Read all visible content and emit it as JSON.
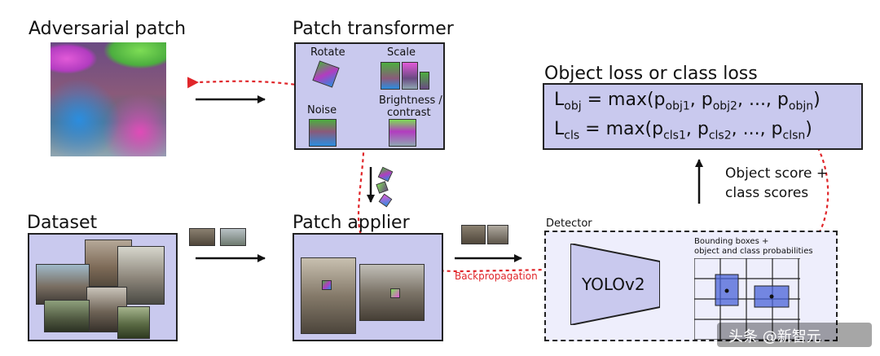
{
  "adversarial_patch": {
    "title": "Adversarial patch"
  },
  "patch_transformer": {
    "title": "Patch transformer",
    "rotate": "Rotate",
    "scale": "Scale",
    "noise": "Noise",
    "brightness_line1": "Brightness /",
    "brightness_line2": "contrast"
  },
  "loss": {
    "title": "Object loss or class loss",
    "obj_label_main": "L",
    "obj_label_sub": "obj",
    "obj_expr_prefix": " = max(p",
    "obj_sub1": "obj1",
    "obj_sep1": ", p",
    "obj_sub2": "obj2",
    "obj_sep2": ", ..., p",
    "obj_subn": "objn",
    "obj_close": ")",
    "cls_label_main": "L",
    "cls_label_sub": "cls",
    "cls_expr_prefix": " = max(p",
    "cls_sub1": "cls1",
    "cls_sep1": ", p",
    "cls_sub2": "cls2",
    "cls_sep2": ", ..., p",
    "cls_subn": "clsn",
    "cls_close": ")"
  },
  "scores_line1": "Object score +",
  "scores_line2": "class scores",
  "dataset": {
    "title": "Dataset"
  },
  "patch_applier": {
    "title": "Patch applier"
  },
  "backprop": "Backpropagation",
  "detector": {
    "title": "Detector",
    "model": "YOLOv2",
    "bbox_line1": "Bounding boxes +",
    "bbox_line2": "object and class probabilities"
  },
  "watermark": "头条 @新智元",
  "colors": {
    "panel": "#c9c9ee",
    "backprop": "#e0262a",
    "bbox": "#4a63d8"
  }
}
